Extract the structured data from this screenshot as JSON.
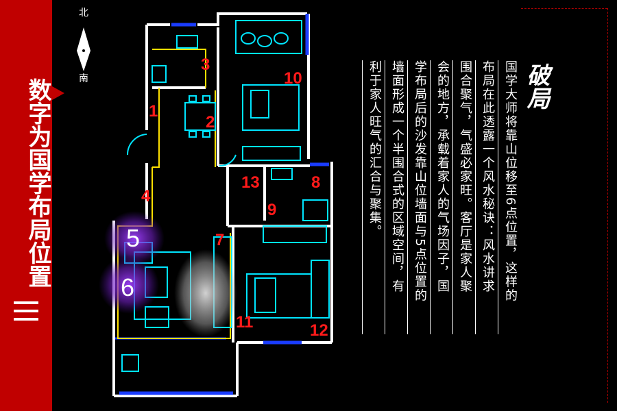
{
  "sidebar": {
    "title": "数字为国学布局位置",
    "icon": "menu-icon"
  },
  "compass": {
    "north": "北",
    "south": "南"
  },
  "plan": {
    "labels": [
      "1",
      "2",
      "3",
      "4",
      "5",
      "6",
      "7",
      "8",
      "9",
      "10",
      "11",
      "12",
      "13"
    ]
  },
  "heading": "破局",
  "text_columns": [
    "国学大师将靠山位移至6点位置，这样的",
    "布局在此透露一个风水秘诀：风水讲求",
    "围合聚气，气盛必家旺。客厅是家人聚",
    "会的地方，承载着家人的气场因子，国",
    "学布局后的沙发靠山位墙面与5点位置的",
    "墙面形成一个半围合式的区域空间，有",
    "利于家人旺气的汇合与聚集。"
  ]
}
